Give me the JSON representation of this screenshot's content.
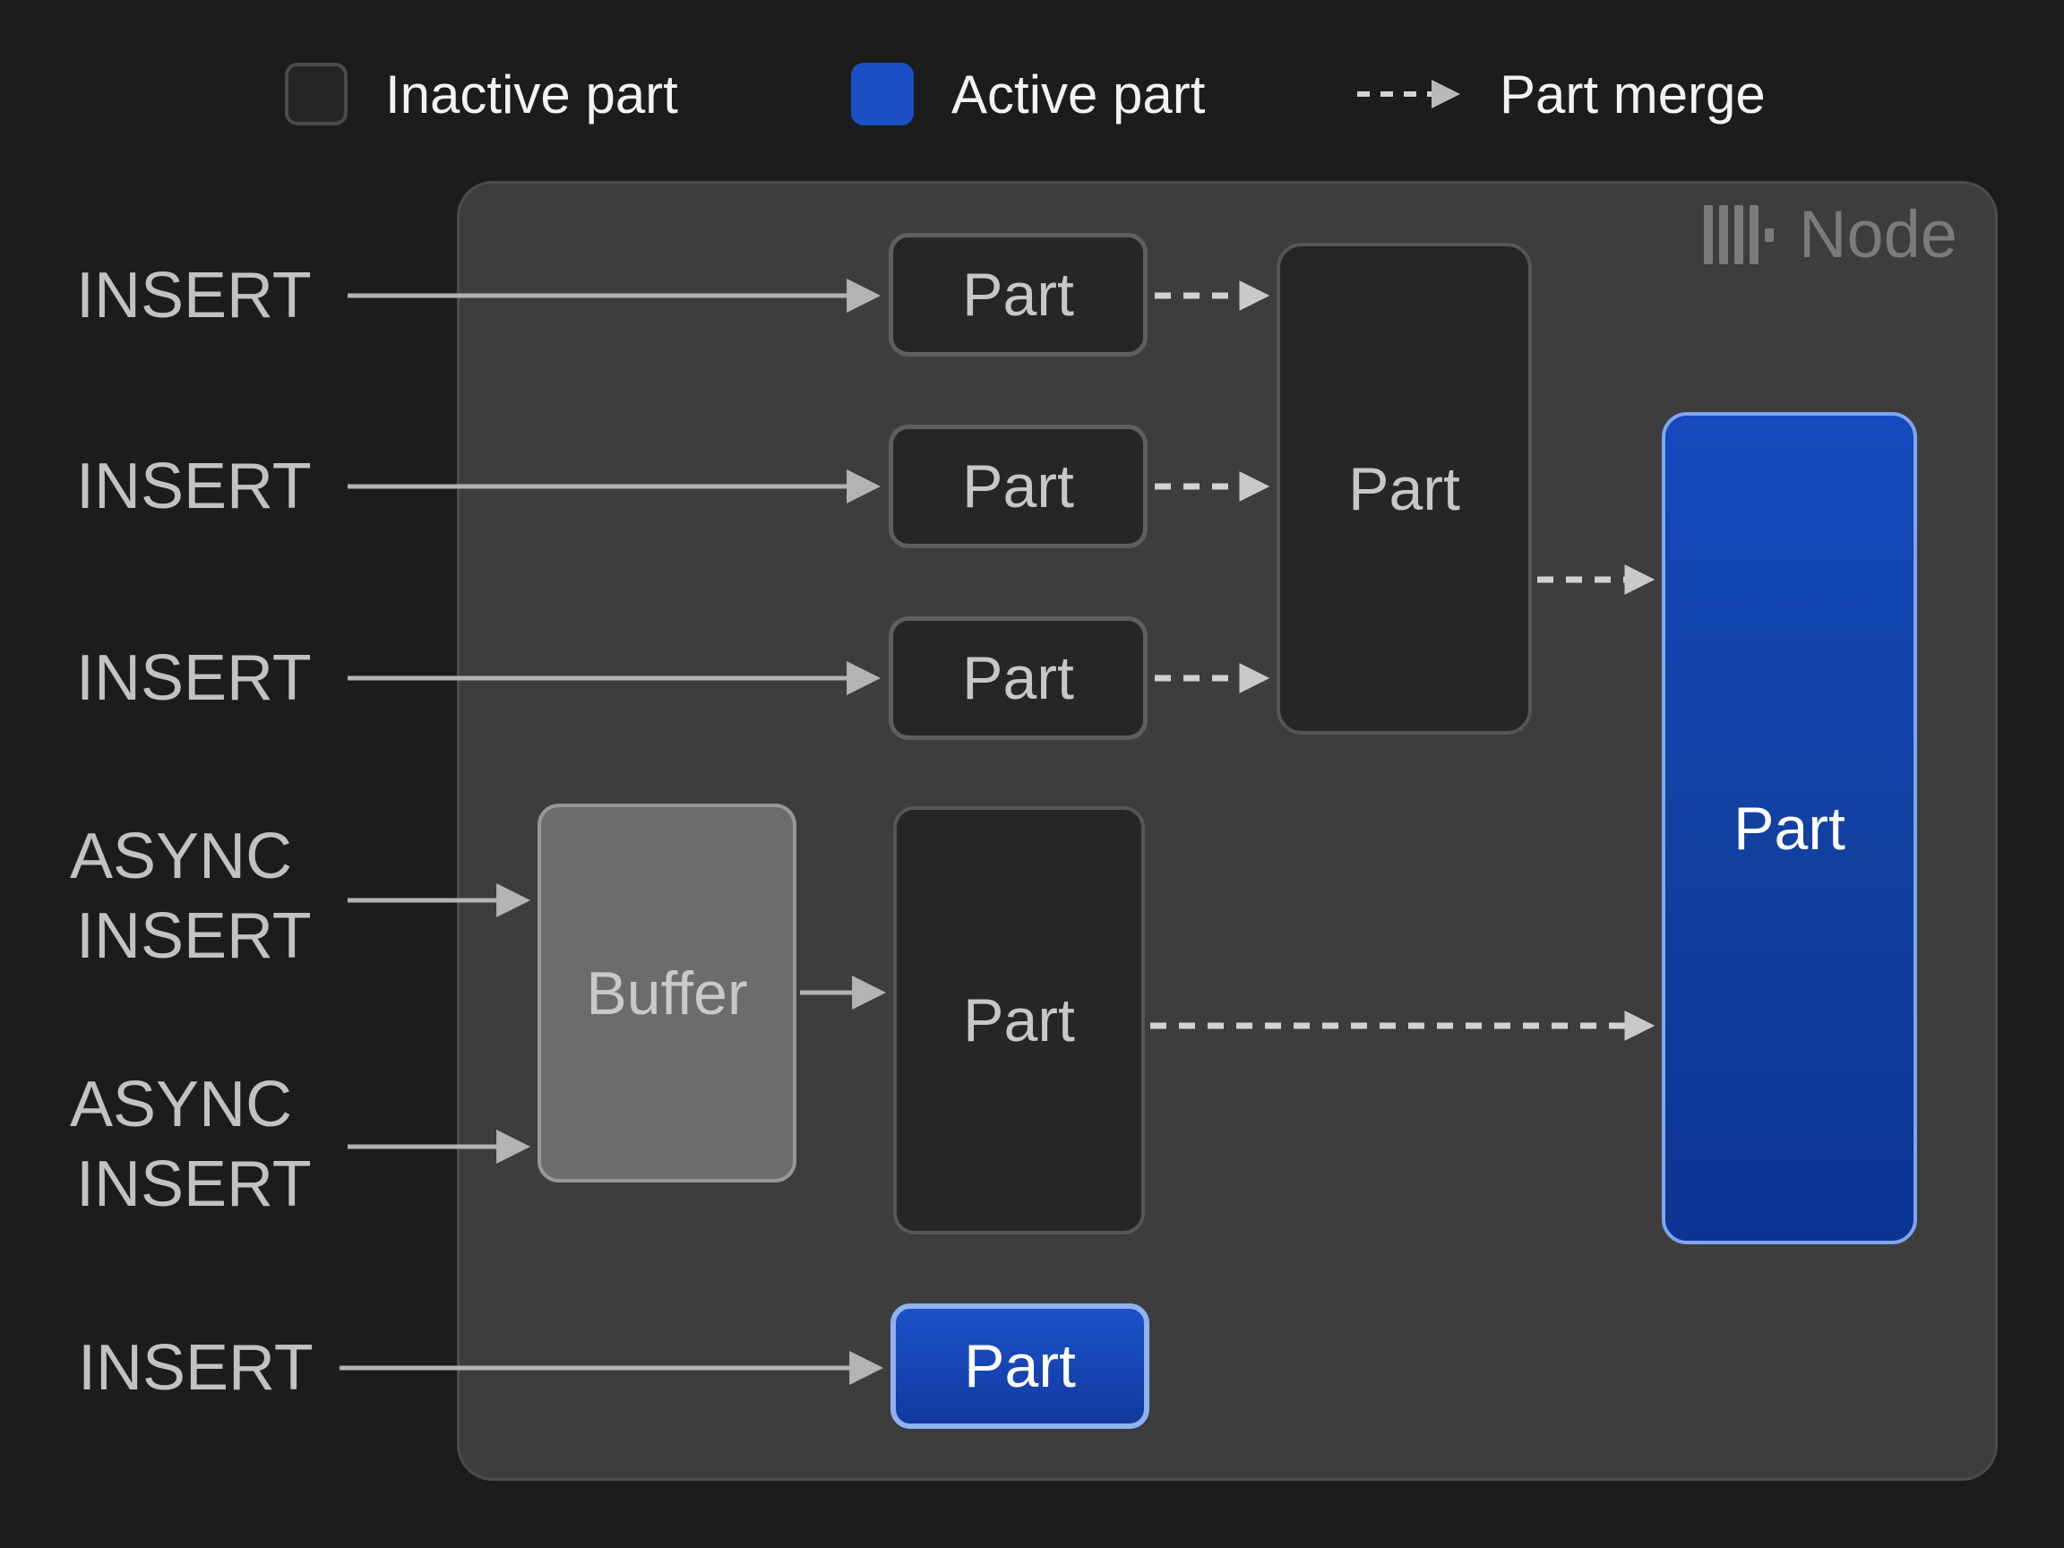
{
  "legend": {
    "inactive_label": "Inactive part",
    "active_label": "Active part",
    "merge_label": "Part merge"
  },
  "node": {
    "title": "Node",
    "icon": "clickhouse-bars-icon"
  },
  "insert_rows": {
    "row1": "INSERT",
    "row2": "INSERT",
    "row3": "INSERT",
    "async1": [
      "ASYNC",
      "INSERT"
    ],
    "async2": [
      "ASYNC",
      "INSERT"
    ],
    "row6": "INSERT"
  },
  "boxes": {
    "part1": "Part",
    "part2": "Part",
    "part3": "Part",
    "merged": "Part",
    "buffer": "Buffer",
    "buffered_part": "Part",
    "active_large": "Part",
    "active_small": "Part"
  },
  "colors": {
    "page_bg": "#1c1c1d",
    "node_bg": "#3d3d3e",
    "active_blue": "#1b4fc4",
    "active_gradient_top": "#1549bd",
    "active_gradient_bottom": "#0d3493",
    "active_border": "#7fa6ee",
    "inactive_fill": "#262627",
    "inactive_border": "#5f5f5f",
    "buffer_fill": "#6c6c6c",
    "solid_arrow": "#b3b3b3",
    "dashed_arrow": "#d2d2d2",
    "legend_text": "#f3f3f3",
    "label_text": "#c2c2c2",
    "node_text": "#7b7b7b"
  }
}
